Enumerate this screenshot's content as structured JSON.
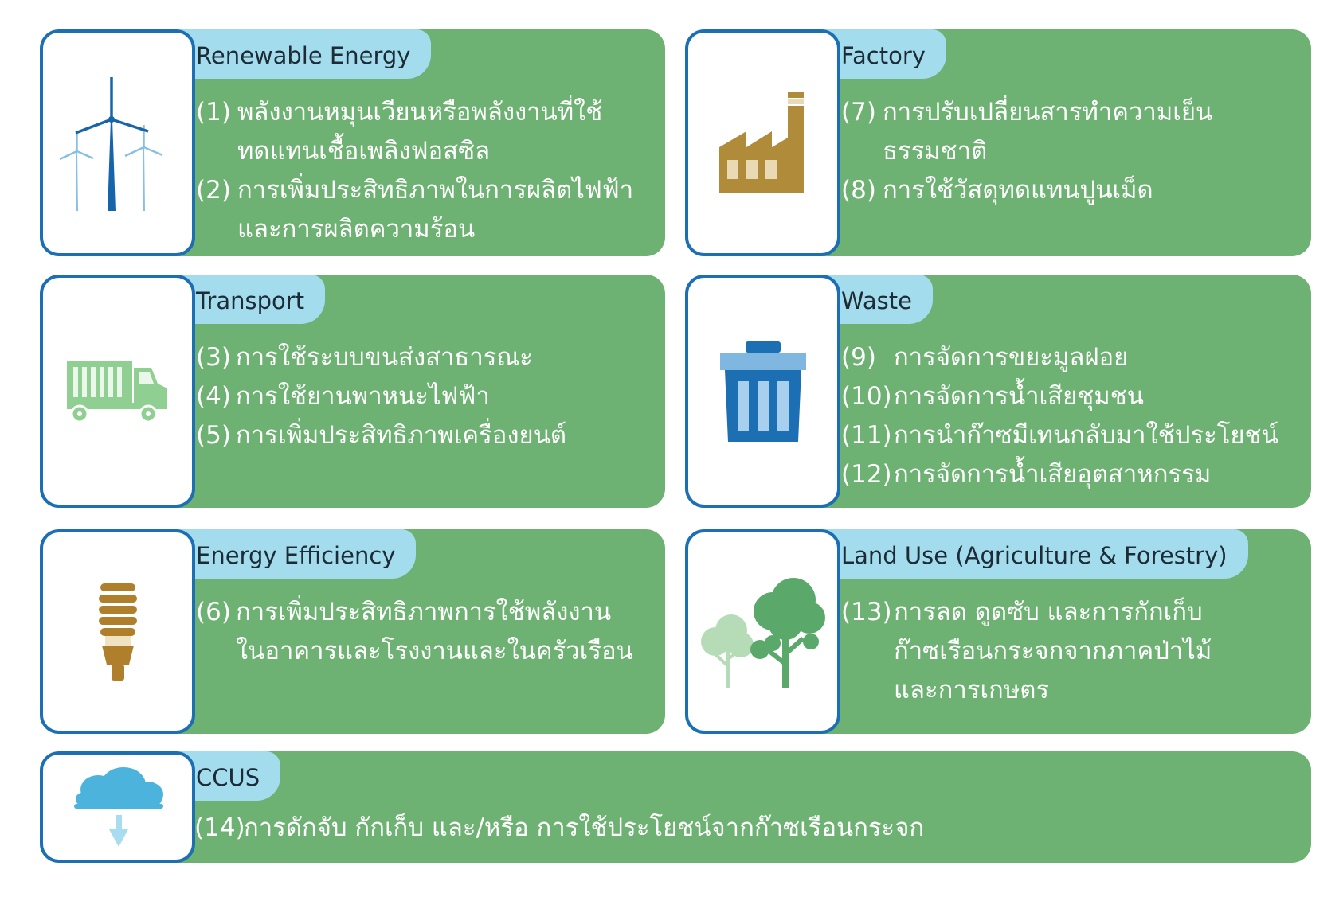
{
  "categories": [
    {
      "title": "Renewable Energy",
      "icon": "wind-turbine-icon",
      "items": [
        {
          "num": "(1)",
          "text": "พลังงานหมุนเวียนหรือพลังงานที่ใช้\nทดแทนเชื้อเพลิงฟอสซิล"
        },
        {
          "num": "(2)",
          "text": "การเพิ่มประสิทธิภาพในการผลิตไฟฟ้า\nและการผลิตความร้อน"
        }
      ]
    },
    {
      "title": "Factory",
      "icon": "factory-icon",
      "items": [
        {
          "num": "(7)",
          "text": "การปรับเปลี่ยนสารทำความเย็น\nธรรมชาติ"
        },
        {
          "num": "(8)",
          "text": "การใช้วัสดุทดแทนปูนเม็ด"
        }
      ]
    },
    {
      "title": "Transport",
      "icon": "truck-icon",
      "items": [
        {
          "num": "(3)",
          "text": "การใช้ระบบขนส่งสาธารณะ"
        },
        {
          "num": "(4)",
          "text": "การใช้ยานพาหนะไฟฟ้า"
        },
        {
          "num": "(5)",
          "text": "การเพิ่มประสิทธิภาพเครื่องยนต์"
        }
      ]
    },
    {
      "title": "Waste",
      "icon": "trash-bin-icon",
      "items": [
        {
          "num": "(9)",
          "text": "การจัดการขยะมูลฝอย"
        },
        {
          "num": "(10)",
          "text": "การจัดการน้ำเสียชุมชน"
        },
        {
          "num": "(11)",
          "text": "การนำก๊าซมีเทนกลับมาใช้ประโยชน์"
        },
        {
          "num": "(12)",
          "text": "การจัดการน้ำเสียอุตสาหกรรม"
        }
      ]
    },
    {
      "title": "Energy Efficiency",
      "icon": "light-bulb-icon",
      "items": [
        {
          "num": "(6)",
          "text": "การเพิ่มประสิทธิภาพการใช้พลังงาน\nในอาคารและโรงงานและในครัวเรือน"
        }
      ]
    },
    {
      "title": "Land Use (Agriculture & Forestry)",
      "icon": "trees-icon",
      "items": [
        {
          "num": "(13)",
          "text": "การลด ดูดซับ และการกักเก็บ\nก๊าซเรือนกระจกจากภาคป่าไม้\nและการเกษตร"
        }
      ]
    },
    {
      "title": "CCUS",
      "icon": "cloud-capture-icon",
      "items": [
        {
          "num": "(14)",
          "text": "การดักจับ กักเก็บ และ/หรือ การใช้ประโยชน์จากก๊าซเรือนกระจก"
        }
      ]
    }
  ]
}
